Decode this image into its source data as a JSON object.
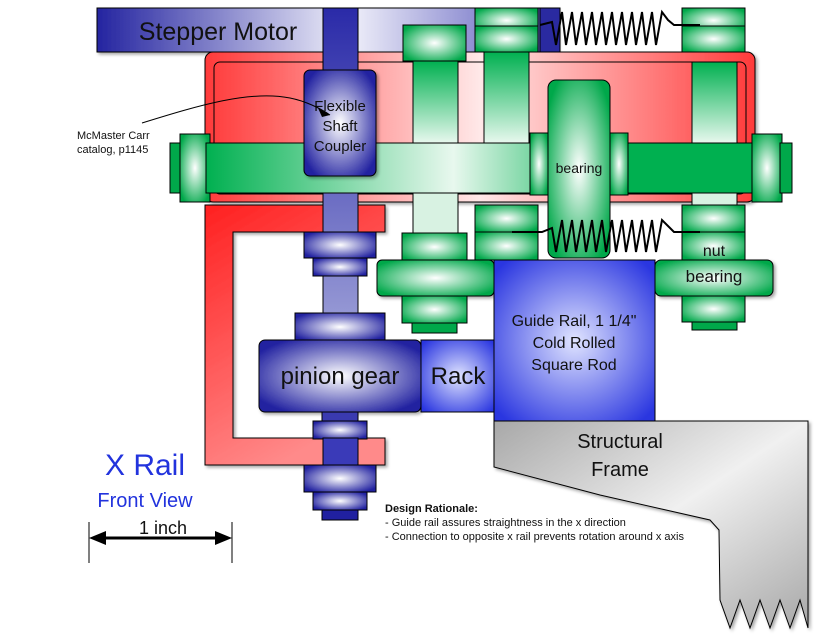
{
  "title": "X Rail",
  "subtitle": "Front View",
  "scale_bar": {
    "label": "1 inch"
  },
  "components": {
    "stepper_motor": "Stepper Motor",
    "flexible_coupler": [
      "Flexible",
      "Shaft",
      "Coupler"
    ],
    "bearing": "bearing",
    "nut_bearing": [
      "nut",
      "bearing"
    ],
    "pinion_gear": "pinion gear",
    "rack": "Rack",
    "guide_rail": [
      "Guide Rail, 1 1/4\"",
      "Cold Rolled",
      "Square Rod"
    ],
    "structural_frame": [
      "Structural",
      "Frame"
    ]
  },
  "callout": {
    "lines": [
      "McMaster Carr",
      "catalog, p1145"
    ]
  },
  "design_rationale": {
    "heading": "Design Rationale:",
    "points": [
      "- Guide rail assures straightness in the x direction",
      "- Connection to opposite x rail prevents rotation around x axis"
    ]
  },
  "colors": {
    "blue_dark": "#2020a0",
    "blue_light": "#e8e8f8",
    "green": "#00b050",
    "red": "#ff3030",
    "frame_gray": "#b0b0b0",
    "label_blue": "#2233dd"
  }
}
